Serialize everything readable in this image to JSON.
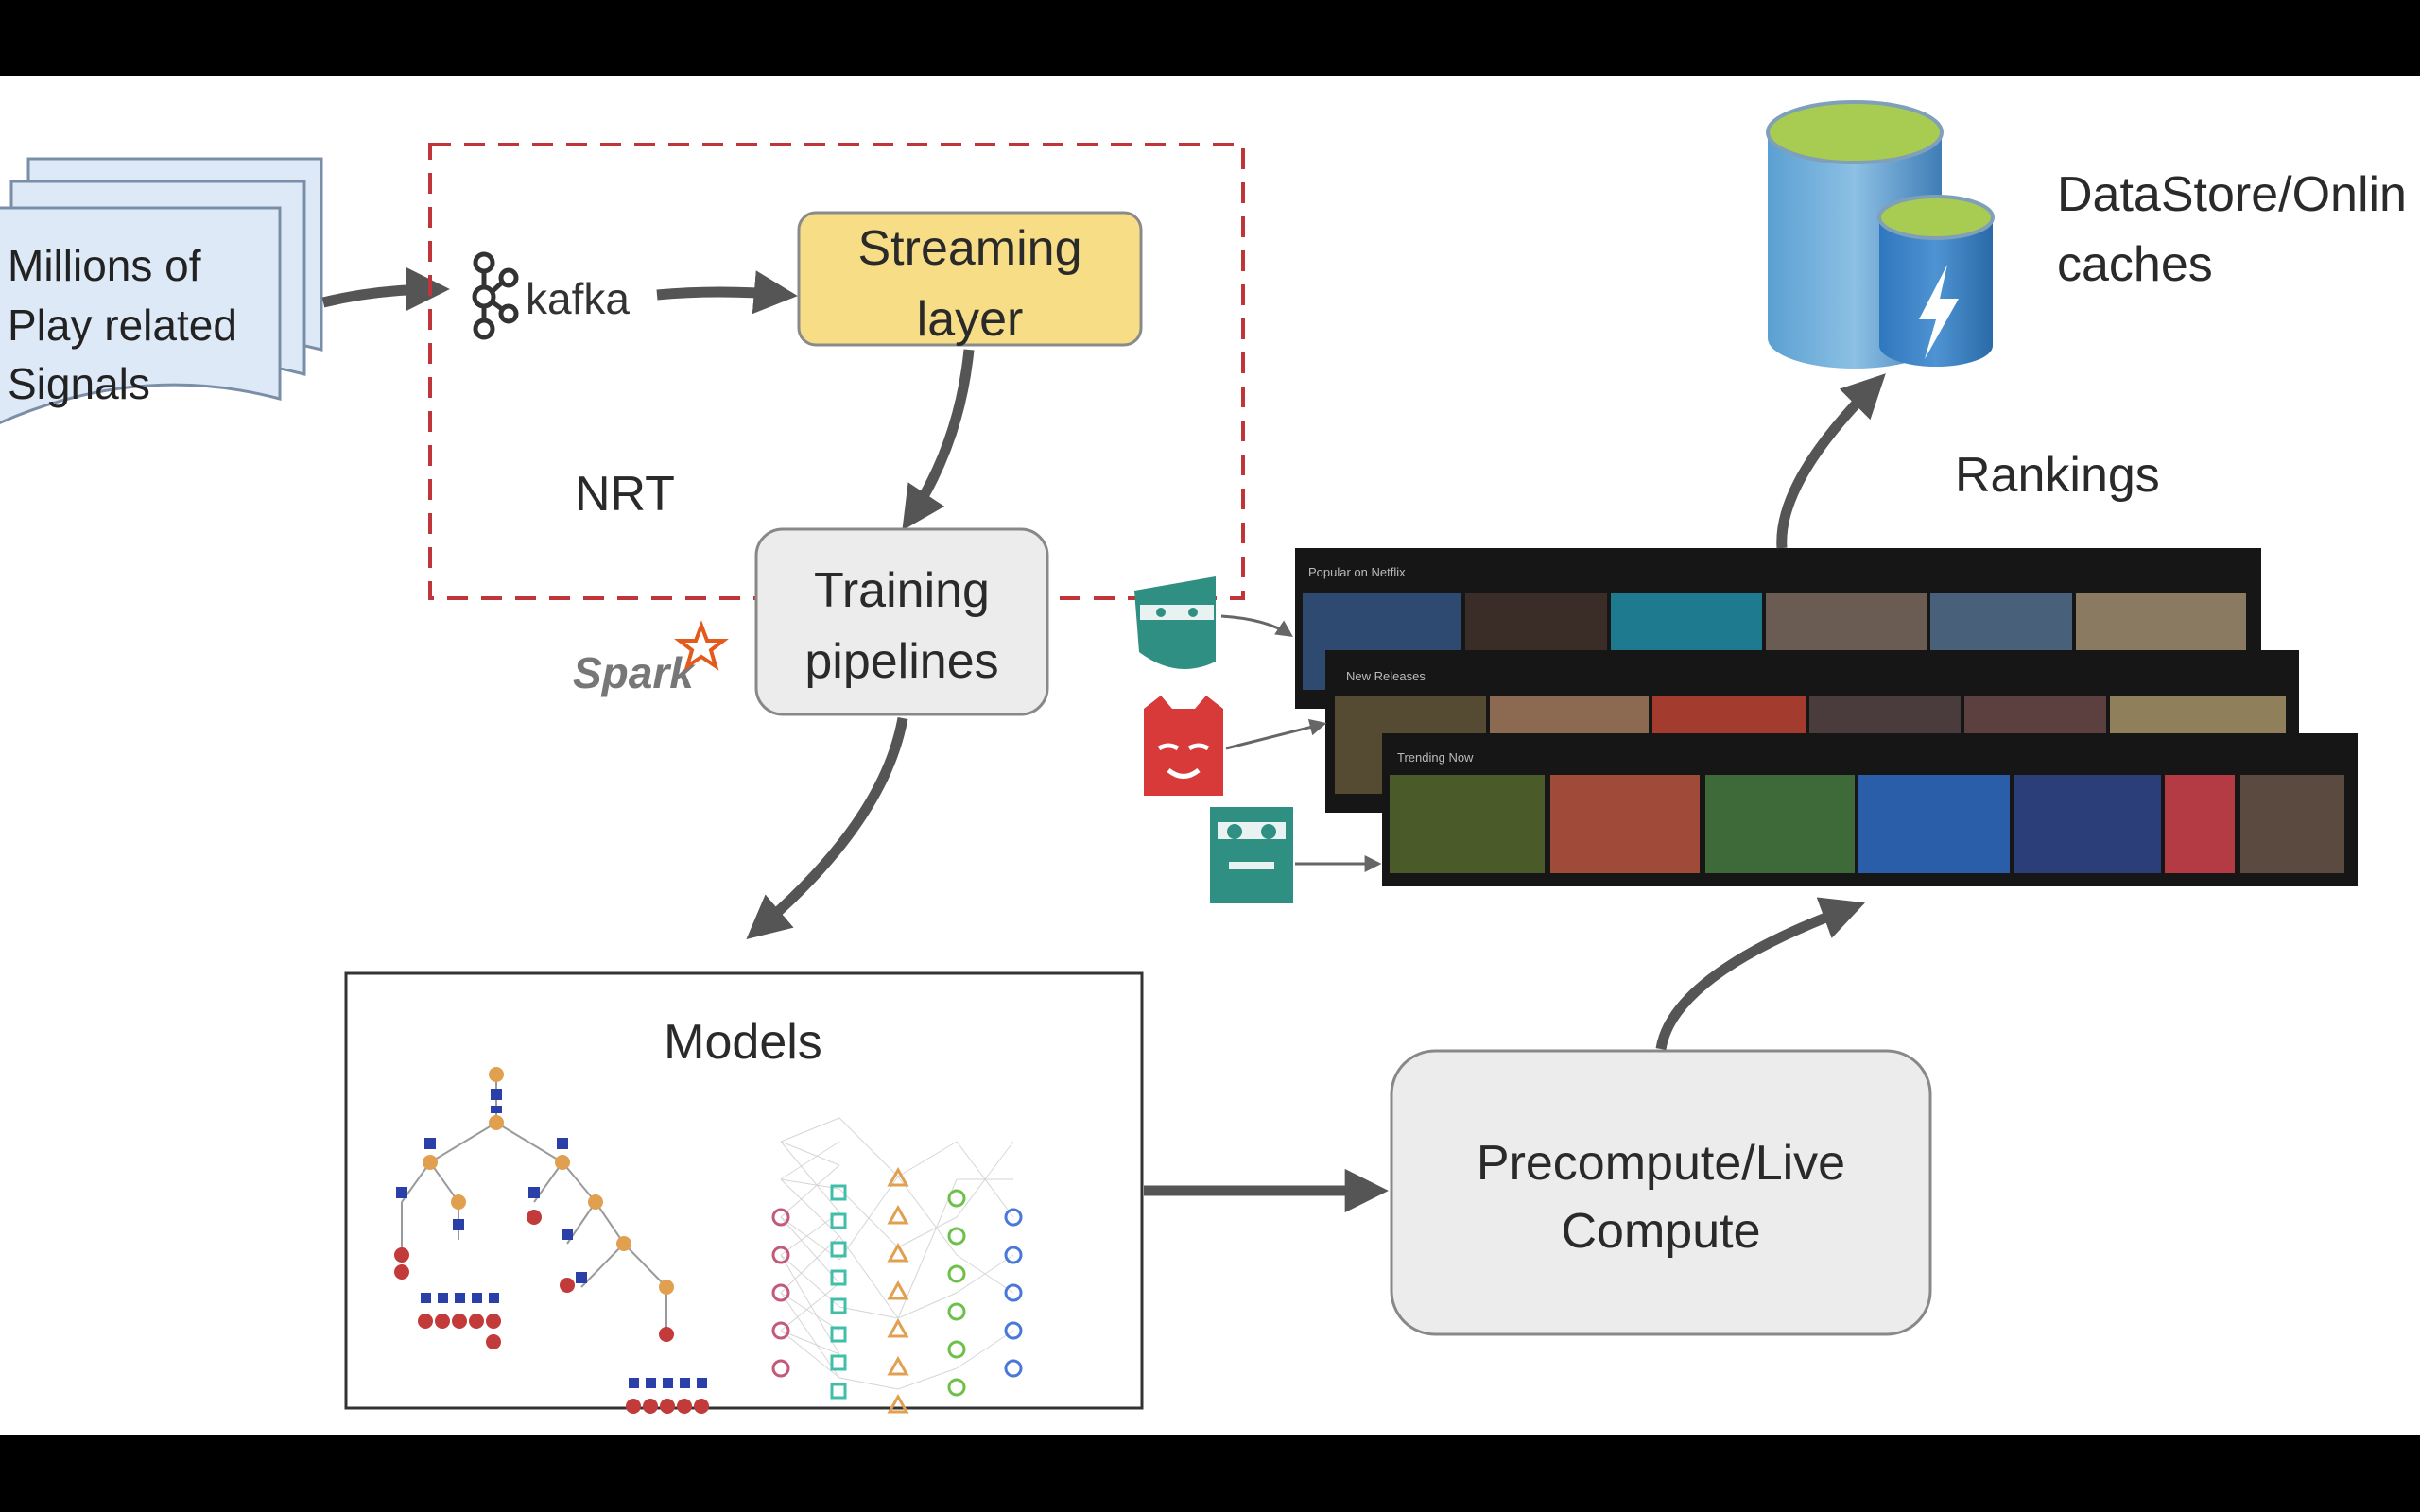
{
  "diagram": {
    "signals": {
      "lines": [
        "Millions of",
        "Play related",
        "Signals"
      ]
    },
    "kafka": {
      "label": "kafka"
    },
    "streaming": {
      "lines": [
        "Streaming",
        "layer"
      ]
    },
    "nrt": {
      "label": "NRT"
    },
    "training": {
      "lines": [
        "Training",
        "pipelines"
      ]
    },
    "spark": {
      "label": "Spark"
    },
    "models": {
      "title": "Models"
    },
    "compute": {
      "lines": [
        "Precompute/Live",
        "Compute"
      ]
    },
    "datastore": {
      "lines": [
        "DataStore/Onlin",
        "caches"
      ]
    },
    "rankings": {
      "label": "Rankings"
    },
    "rows": [
      {
        "title": "Popular on Netflix"
      },
      {
        "title": "New Releases"
      },
      {
        "title": "Trending Now"
      }
    ]
  },
  "colors": {
    "signals_fill": "#dde9f7",
    "streaming_fill": "#f7dd86",
    "nrt_border": "#c0353a",
    "training_fill": "#ececec",
    "compute_fill": "#ececec",
    "arrow": "#555555",
    "db_blue": "#4a8cc4",
    "db_top": "#a8cc52"
  }
}
